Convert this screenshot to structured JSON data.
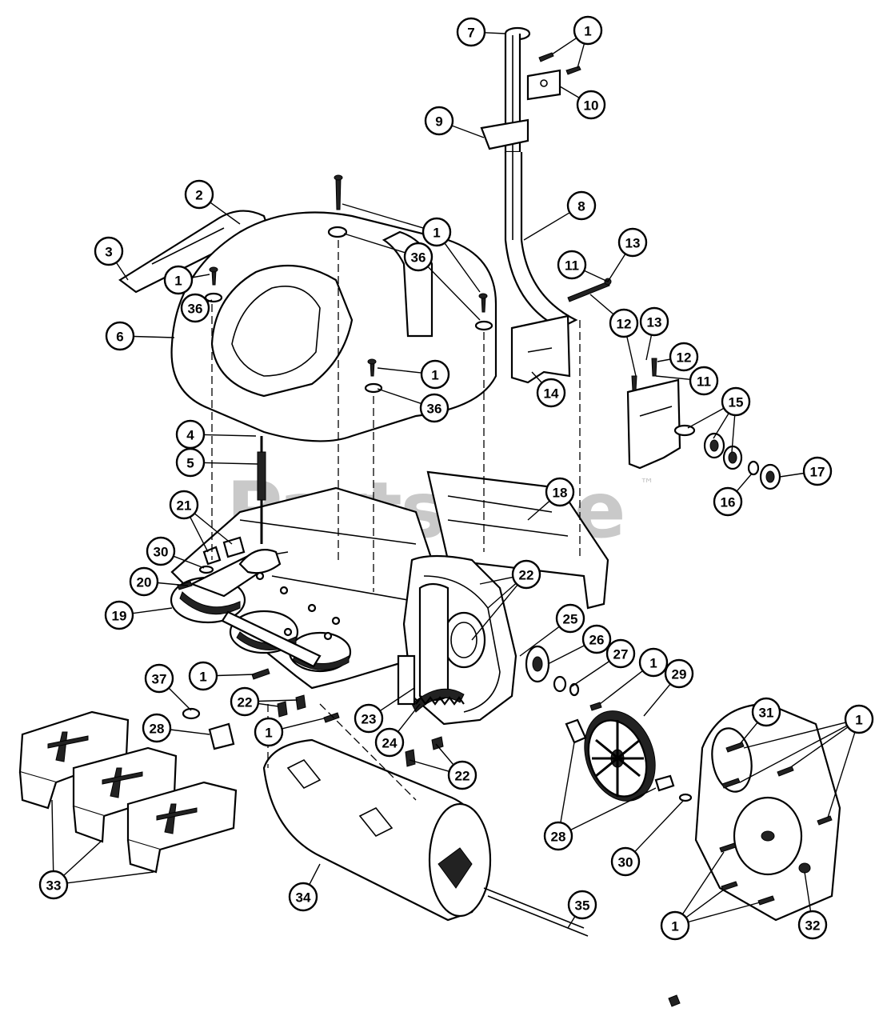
{
  "watermark": {
    "text": "PartsTree",
    "trademark": "™"
  },
  "callouts": [
    {
      "label": "7"
    },
    {
      "label": "1"
    },
    {
      "label": "10"
    },
    {
      "label": "9"
    },
    {
      "label": "2"
    },
    {
      "label": "8"
    },
    {
      "label": "1"
    },
    {
      "label": "3"
    },
    {
      "label": "13"
    },
    {
      "label": "36"
    },
    {
      "label": "1"
    },
    {
      "label": "11"
    },
    {
      "label": "36"
    },
    {
      "label": "12"
    },
    {
      "label": "13"
    },
    {
      "label": "6"
    },
    {
      "label": "1"
    },
    {
      "label": "12"
    },
    {
      "label": "11"
    },
    {
      "label": "36"
    },
    {
      "label": "14"
    },
    {
      "label": "15"
    },
    {
      "label": "4"
    },
    {
      "label": "5"
    },
    {
      "label": "17"
    },
    {
      "label": "16"
    },
    {
      "label": "18"
    },
    {
      "label": "21"
    },
    {
      "label": "30"
    },
    {
      "label": "22"
    },
    {
      "label": "20"
    },
    {
      "label": "19"
    },
    {
      "label": "25"
    },
    {
      "label": "26"
    },
    {
      "label": "27"
    },
    {
      "label": "1"
    },
    {
      "label": "29"
    },
    {
      "label": "1"
    },
    {
      "label": "37"
    },
    {
      "label": "22"
    },
    {
      "label": "31"
    },
    {
      "label": "1"
    },
    {
      "label": "1"
    },
    {
      "label": "23"
    },
    {
      "label": "28"
    },
    {
      "label": "24"
    },
    {
      "label": "22"
    },
    {
      "label": "28"
    },
    {
      "label": "30"
    },
    {
      "label": "34"
    },
    {
      "label": "33"
    },
    {
      "label": "35"
    },
    {
      "label": "1"
    },
    {
      "label": "32"
    }
  ]
}
